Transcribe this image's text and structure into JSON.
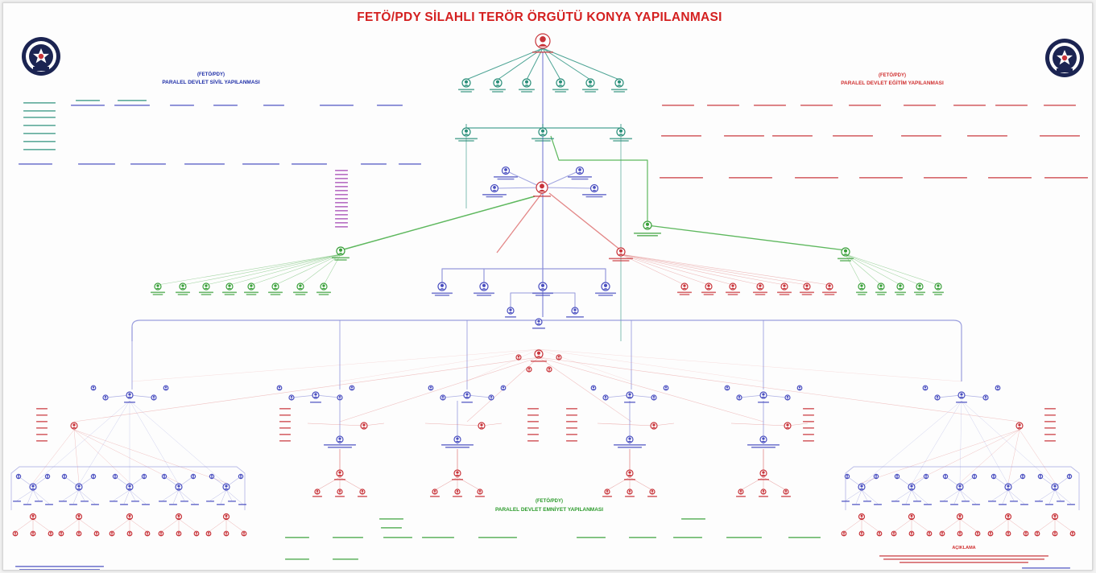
{
  "title": "FETÖ/PDY SİLAHLI TERÖR ÖRGÜTÜ KONYA YAPILANMASI",
  "sections": {
    "civil": {
      "line1": "(FETÖ/PDY)",
      "line2": "PARALEL DEVLET SİVİL YAPILANMASI"
    },
    "education": {
      "line1": "(FETÖ/PDY)",
      "line2": "PARALEL DEVLET EĞİTİM YAPILANMASI"
    },
    "security": {
      "line1": "(FETÖ/PDY)",
      "line2": "PARALEL DEVLET EMNİYET YAPILANMASI"
    }
  },
  "notes_heading": "AÇIKLAMA",
  "colors": {
    "title": "#d42020",
    "civil": "#1f2fa8",
    "education": "#d03030",
    "security": "#2a9a2a",
    "node_red": "#c8343a",
    "node_blue": "#4a4fc0",
    "node_green": "#3aa03a",
    "node_teal": "#2a8f7a",
    "purple_text": "#a040b0",
    "line_blue": "#8a8ed8",
    "line_red": "#e07a7a",
    "line_green": "#4cb04c",
    "line_teal": "#3a9a8a"
  },
  "icons": {
    "left_logo": "police-emblem-icon",
    "right_logo": "police-emblem-icon"
  }
}
